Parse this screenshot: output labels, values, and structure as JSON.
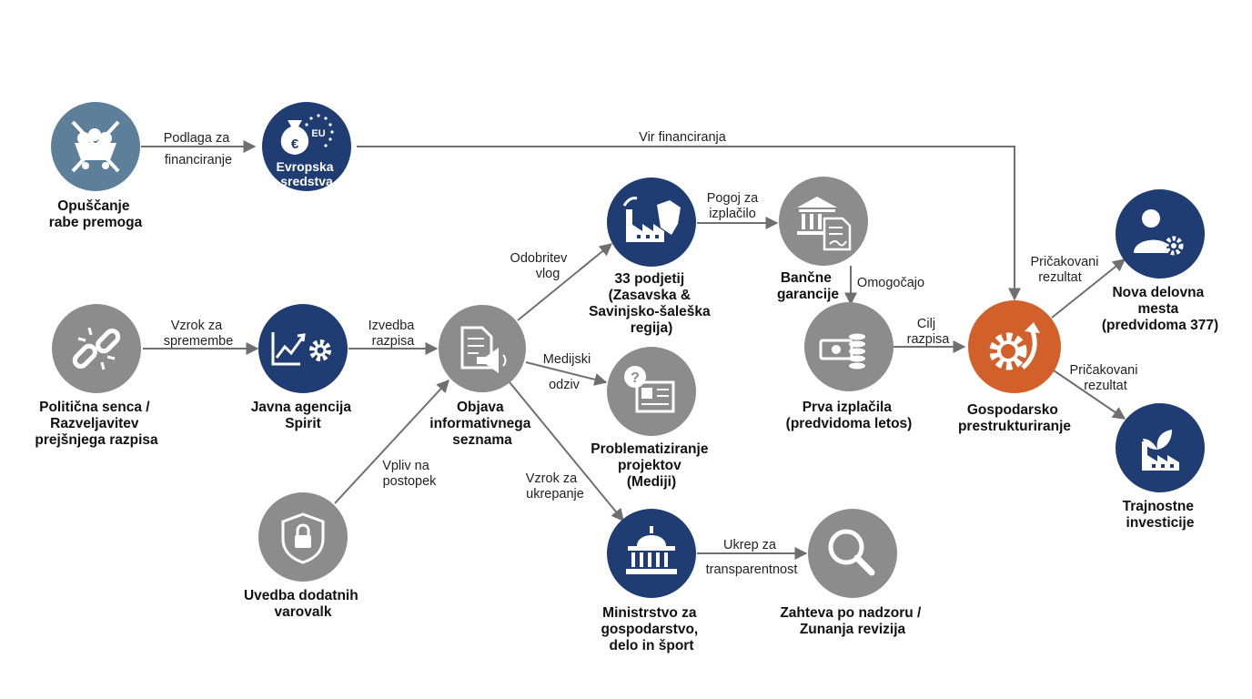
{
  "nodes": {
    "coal": {
      "label": [
        "Opuščanje",
        "rabe premoga"
      ],
      "icon": "coal-cart-crossed-icon",
      "color": "#5e7f99"
    },
    "eu": {
      "label": [
        "Evropska",
        "sredstva"
      ],
      "badge": "EU",
      "currency": "€",
      "icon": "euro-money-bag-icon",
      "color": "#1f3c73"
    },
    "political": {
      "label": [
        "Politična senca /",
        "Razveljavitev",
        "prejšnjega razpisa"
      ],
      "icon": "broken-link-icon",
      "color": "#8c8c8c"
    },
    "spirit": {
      "label": [
        "Javna agencija",
        "Spirit"
      ],
      "icon": "growth-chart-gear-icon",
      "color": "#1f3c73"
    },
    "safeguards": {
      "label": [
        "Uvedba dodatnih",
        "varovalk"
      ],
      "icon": "shield-lock-icon",
      "color": "#8c8c8c"
    },
    "publication": {
      "label": [
        "Objava",
        "informativnega",
        "seznama"
      ],
      "icon": "document-megaphone-icon",
      "color": "#8c8c8c"
    },
    "companies": {
      "label": [
        "33 podjetij",
        "(Zasavska &",
        "Savinjsko-šaleška",
        "regija)"
      ],
      "icon": "factory-region-icon",
      "color": "#1f3c73"
    },
    "media": {
      "label": [
        "Problematiziranje",
        "projektov",
        "(Mediji)"
      ],
      "icon": "newspaper-question-icon",
      "color": "#8c8c8c"
    },
    "ministry": {
      "label": [
        "Ministrstvo za",
        "gospodarstvo,",
        "delo in šport"
      ],
      "icon": "government-building-icon",
      "color": "#1f3c73"
    },
    "bank": {
      "label": [
        "Bančne",
        "garancije"
      ],
      "icon": "bank-document-icon",
      "color": "#8c8c8c"
    },
    "payments": {
      "label": [
        "Prva izplačila",
        "(predvidoma letos)"
      ],
      "icon": "cash-coins-icon",
      "color": "#8c8c8c"
    },
    "audit": {
      "label": [
        "Zahteva po nadzoru /",
        "Zunanja revizija"
      ],
      "icon": "magnifier-icon",
      "color": "#8c8c8c"
    },
    "restructuring": {
      "label": [
        "Gospodarsko",
        "prestrukturiranje"
      ],
      "icon": "gear-arrow-icon",
      "color": "#d1602a"
    },
    "jobs": {
      "label": [
        "Nova delovna",
        "mesta",
        "(predvidoma 377)"
      ],
      "icon": "person-gear-icon",
      "color": "#1f3c73"
    },
    "investments": {
      "label": [
        "Trajnostne",
        "investicije"
      ],
      "icon": "green-factory-icon",
      "color": "#1f3c73"
    }
  },
  "edges": {
    "coal_eu": [
      "Podlaga za",
      "financiranje"
    ],
    "eu_restructuring": [
      "Vir financiranja"
    ],
    "political_spirit": [
      "Vzrok za",
      "spremembe"
    ],
    "spirit_publication": [
      "Izvedba",
      "razpisa"
    ],
    "safeguards_publication": [
      "Vpliv na",
      "postopek"
    ],
    "publication_companies": [
      "Odobritev",
      "vlog"
    ],
    "publication_media": [
      "Medijski",
      "odziv"
    ],
    "publication_ministry": [
      "Vzrok za",
      "ukrepanje"
    ],
    "companies_bank": [
      "Pogoj za",
      "izplačilo"
    ],
    "bank_payments": [
      "Omogočajo"
    ],
    "payments_restructuring": [
      "Cilj",
      "razpisa"
    ],
    "ministry_audit": [
      "Ukrep za",
      "transparentnost"
    ],
    "restructuring_jobs": [
      "Pričakovani",
      "rezultat"
    ],
    "restructuring_investments": [
      "Pričakovani",
      "rezultat"
    ]
  },
  "colors": {
    "navy": "#1f3c73",
    "gray": "#8c8c8c",
    "steel": "#5e7f99",
    "orange": "#d1602a",
    "arrow": "#6f6f6f"
  }
}
